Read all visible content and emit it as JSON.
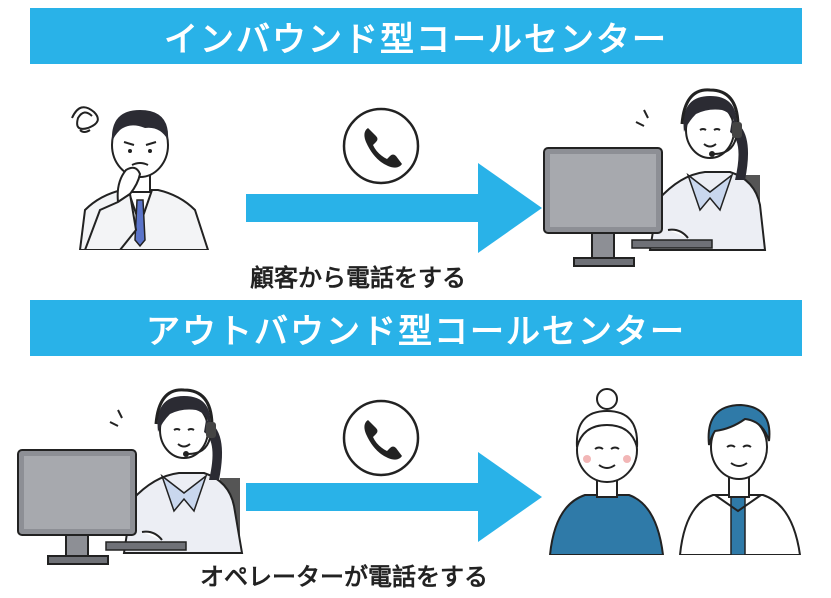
{
  "colors": {
    "banner": "#29b2e8",
    "arrow": "#29b2e8",
    "ink": "#222222",
    "customer_blue": "#2f7aa8"
  },
  "inbound": {
    "title": "インバウンド型コールセンター",
    "caption": "顧客から電話をする"
  },
  "outbound": {
    "title": "アウトバウンド型コールセンター",
    "caption": "オペレーターが電話をする"
  },
  "icons": [
    "phone-icon",
    "arrow-right-icon",
    "confused-customer",
    "operator-with-headset",
    "computer-monitor",
    "customer-woman",
    "customer-man"
  ]
}
